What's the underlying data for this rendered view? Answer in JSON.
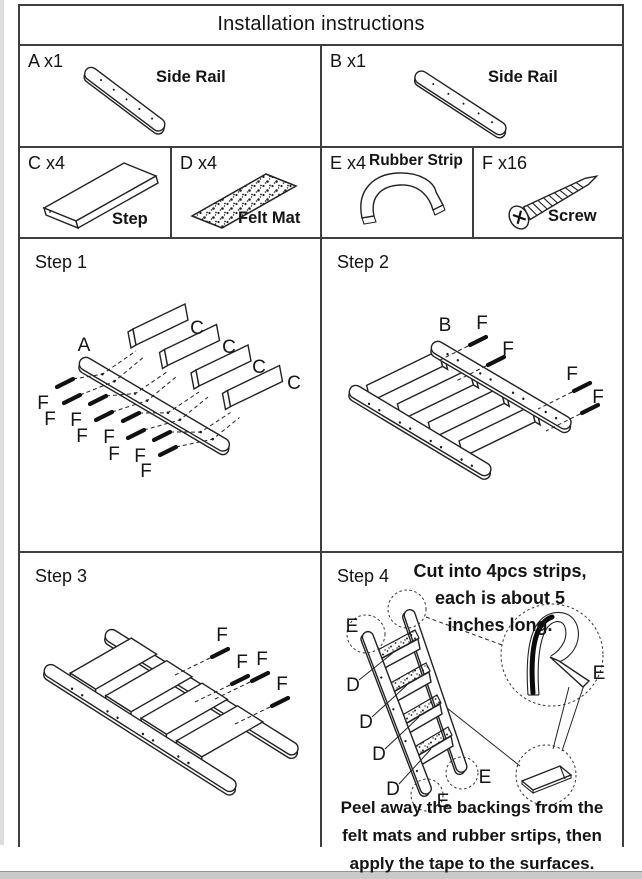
{
  "title": "Installation instructions",
  "parts": [
    {
      "label": "A x1",
      "name": "Side Rail"
    },
    {
      "label": "B x1",
      "name": "Side Rail"
    },
    {
      "label": "C x4",
      "name": "Step"
    },
    {
      "label": "D x4",
      "name": "Felt Mat"
    },
    {
      "label": "E x4",
      "name": "Rubber Strip"
    },
    {
      "label": "F x16",
      "name": "Screw"
    }
  ],
  "steps": [
    {
      "label": "Step 1"
    },
    {
      "label": "Step 2"
    },
    {
      "label": "Step 3"
    },
    {
      "label": "Step 4"
    }
  ],
  "step4": {
    "note_top_lines": [
      "Cut into 4pcs strips,",
      "each is about 5",
      "inches long."
    ],
    "note_bottom_lines": [
      "Peel away the backings from the",
      "felt mats and rubber srtips, then",
      "apply the tape to the surfaces."
    ]
  },
  "letters": {
    "a": "A",
    "b": "B",
    "c": "C",
    "d": "D",
    "e": "E",
    "f": "F"
  },
  "colors": {
    "line": "#222222",
    "border": "#3e3e3e",
    "page_edge": "#cacaca"
  }
}
